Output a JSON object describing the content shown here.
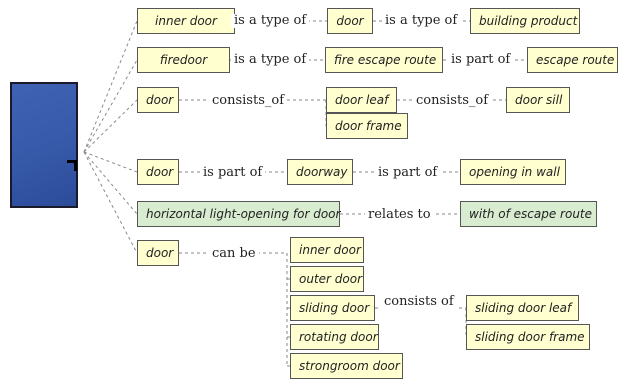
{
  "concepts": {
    "inner_door": "inner door",
    "door": "door",
    "building_product": "building product",
    "firedoor": "firedoor",
    "fire_escape_route": "fire escape route",
    "escape_route": "escape route",
    "door_leaf": "door leaf",
    "door_sill": "door sill",
    "door_frame": "door frame",
    "doorway": "doorway",
    "opening_in_wall": "opening in wall",
    "horizontal_light_opening": "horizontal light-opening for door",
    "width_of_escape_route": "with of escape route",
    "outer_door": "outer door",
    "sliding_door": "sliding door",
    "rotating_door": "rotating door",
    "strongroom_door": "strongroom door",
    "sliding_door_leaf": "sliding door leaf",
    "sliding_door_frame": "sliding door frame"
  },
  "relations": {
    "is_a_type_of": "is a type of",
    "is_part_of": "is part of",
    "consists_of_underscore": "consists_of",
    "consists_of": "consists of",
    "relates_to": "relates to",
    "can_be": "can be"
  },
  "colors": {
    "concept_fill": "#ffffd0",
    "concept_highlight_fill": "#d8ecd0",
    "border": "#555555",
    "line": "#8a8a8a",
    "door_blue": "#385cab"
  },
  "icons": [
    "door-icon",
    "door-handle-icon"
  ]
}
